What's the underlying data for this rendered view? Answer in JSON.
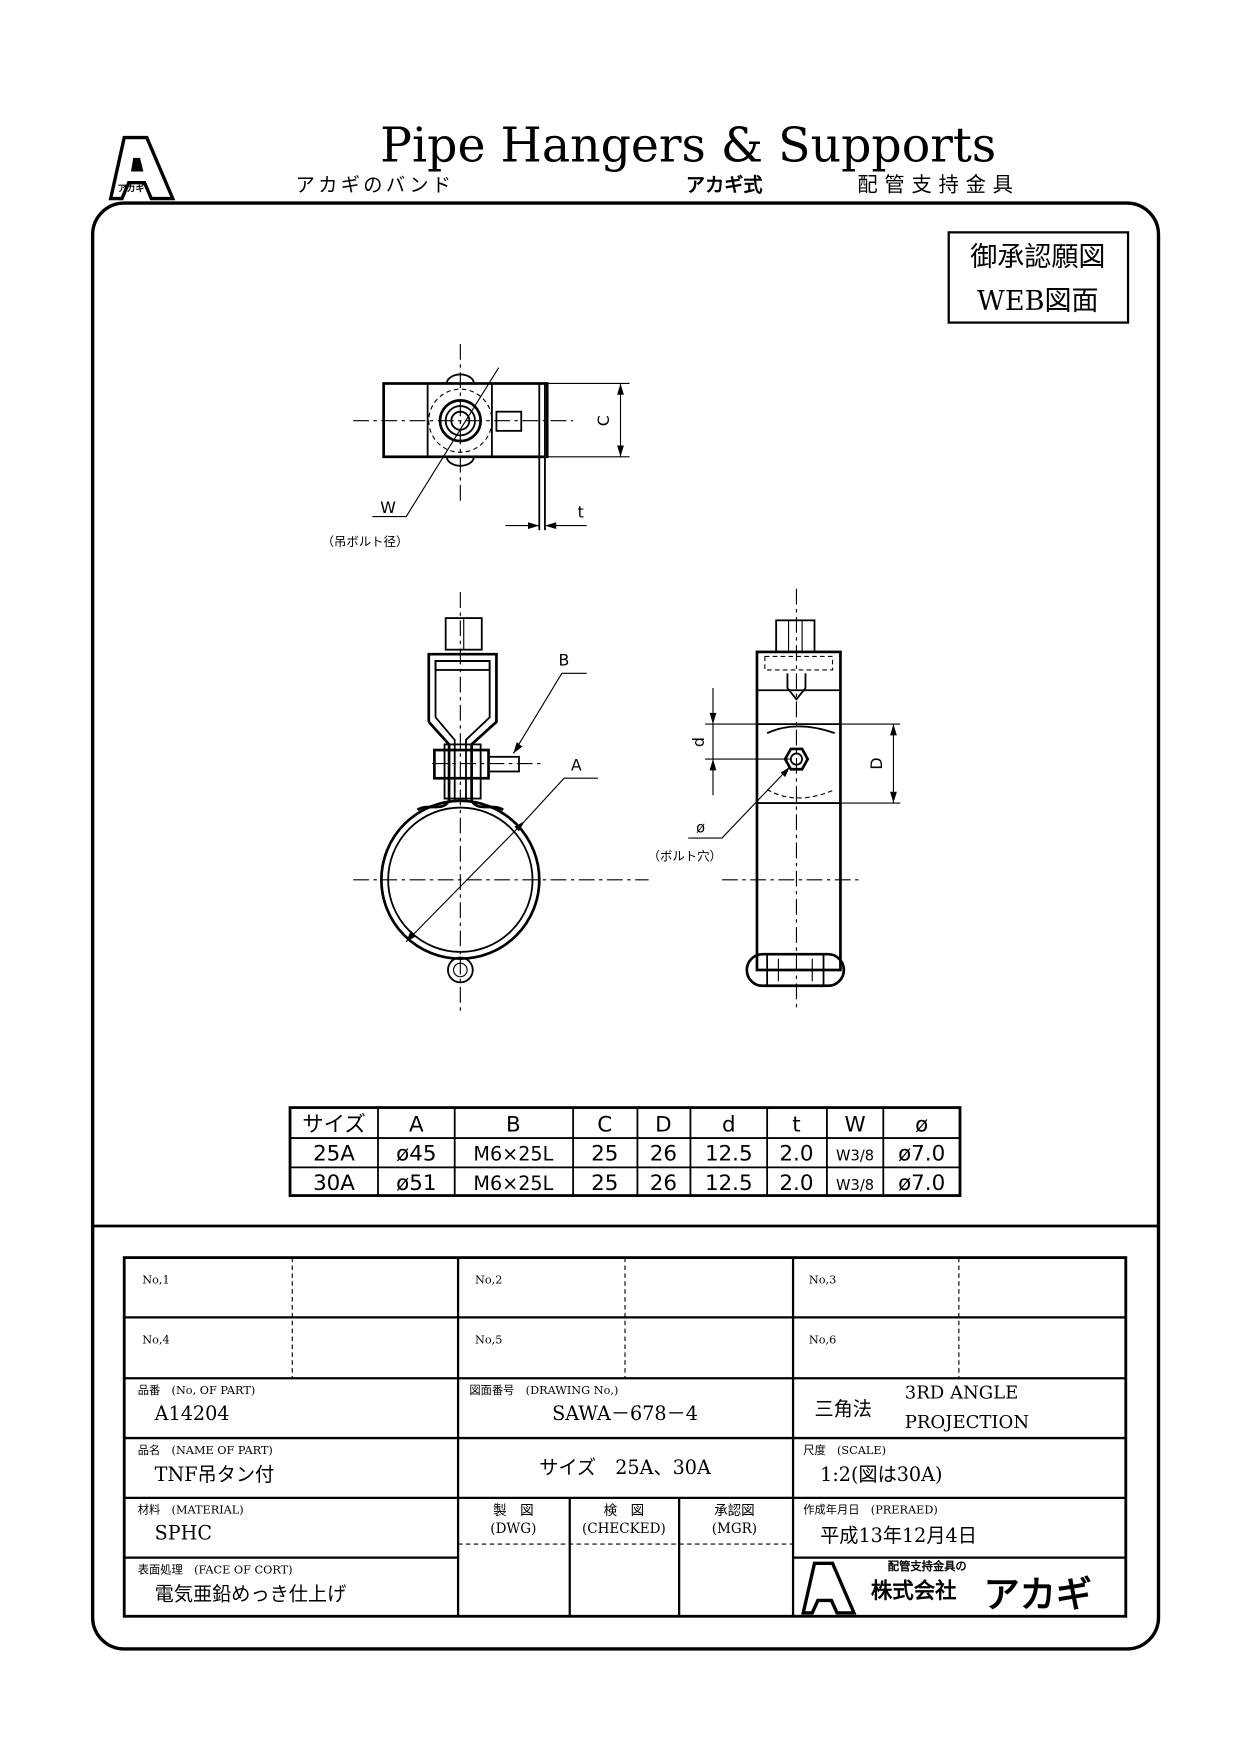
{
  "header": {
    "title": "Pipe Hangers & Supports",
    "subtitle_left": "アカギのバンド",
    "brand_mark": "アカギ式",
    "subtitle_right": "配管支持金具",
    "logo_text": "アカギ"
  },
  "stamp": {
    "line1": "御承認願図",
    "line2": "WEB図面"
  },
  "drawing_labels": {
    "C": "C",
    "t": "t",
    "W": "W",
    "W_note": "（吊ボルト径）",
    "B": "B",
    "A": "A",
    "d": "d",
    "D": "D",
    "phi": "ø",
    "phi_note": "（ボルト穴）"
  },
  "dimension_table": {
    "headers": [
      "サイズ",
      "A",
      "B",
      "C",
      "D",
      "d",
      "t",
      "W",
      "ø"
    ],
    "rows": [
      [
        "25A",
        "ø45",
        "M6×25L",
        "25",
        "26",
        "12.5",
        "2.0",
        "W3/8",
        "ø7.0"
      ],
      [
        "30A",
        "ø51",
        "M6×25L",
        "25",
        "26",
        "12.5",
        "2.0",
        "W3/8",
        "ø7.0"
      ]
    ]
  },
  "title_block": {
    "revisions": [
      "No,1",
      "No,2",
      "No,3",
      "No,4",
      "No,5",
      "No,6"
    ],
    "part_no_label": "品番　(No, OF PART)",
    "part_no": "A14204",
    "drawing_no_label": "図面番号　(DRAWING No,)",
    "drawing_no": "SAWA－678－4",
    "projection_jp": "三角法",
    "projection_en1": "3RD  ANGLE",
    "projection_en2": "PROJECTION",
    "part_name_label": "品名　(NAME OF PART)",
    "part_name": "TNF吊タン付",
    "sizes": "サイズ　25A、30A",
    "scale_label": "尺度　(SCALE)",
    "scale": "1:2(図は30A)",
    "material_label": "材料　(MATERIAL)",
    "material": "SPHC",
    "dwg_jp": "製　図",
    "dwg_en": "(DWG)",
    "checked_jp": "検　図",
    "checked_en": "(CHECKED)",
    "mgr_jp": "承認図",
    "mgr_en": "(MGR)",
    "prepared_label": "作成年月日　(PRERAED)",
    "prepared": "平成13年12月4日",
    "finish_label": "表面処理　(FACE OF CORT)",
    "finish": "電気亜鉛めっき仕上げ",
    "company_tagline": "配管支持金具の",
    "company": "株式会社",
    "company_name": "アカギ"
  }
}
